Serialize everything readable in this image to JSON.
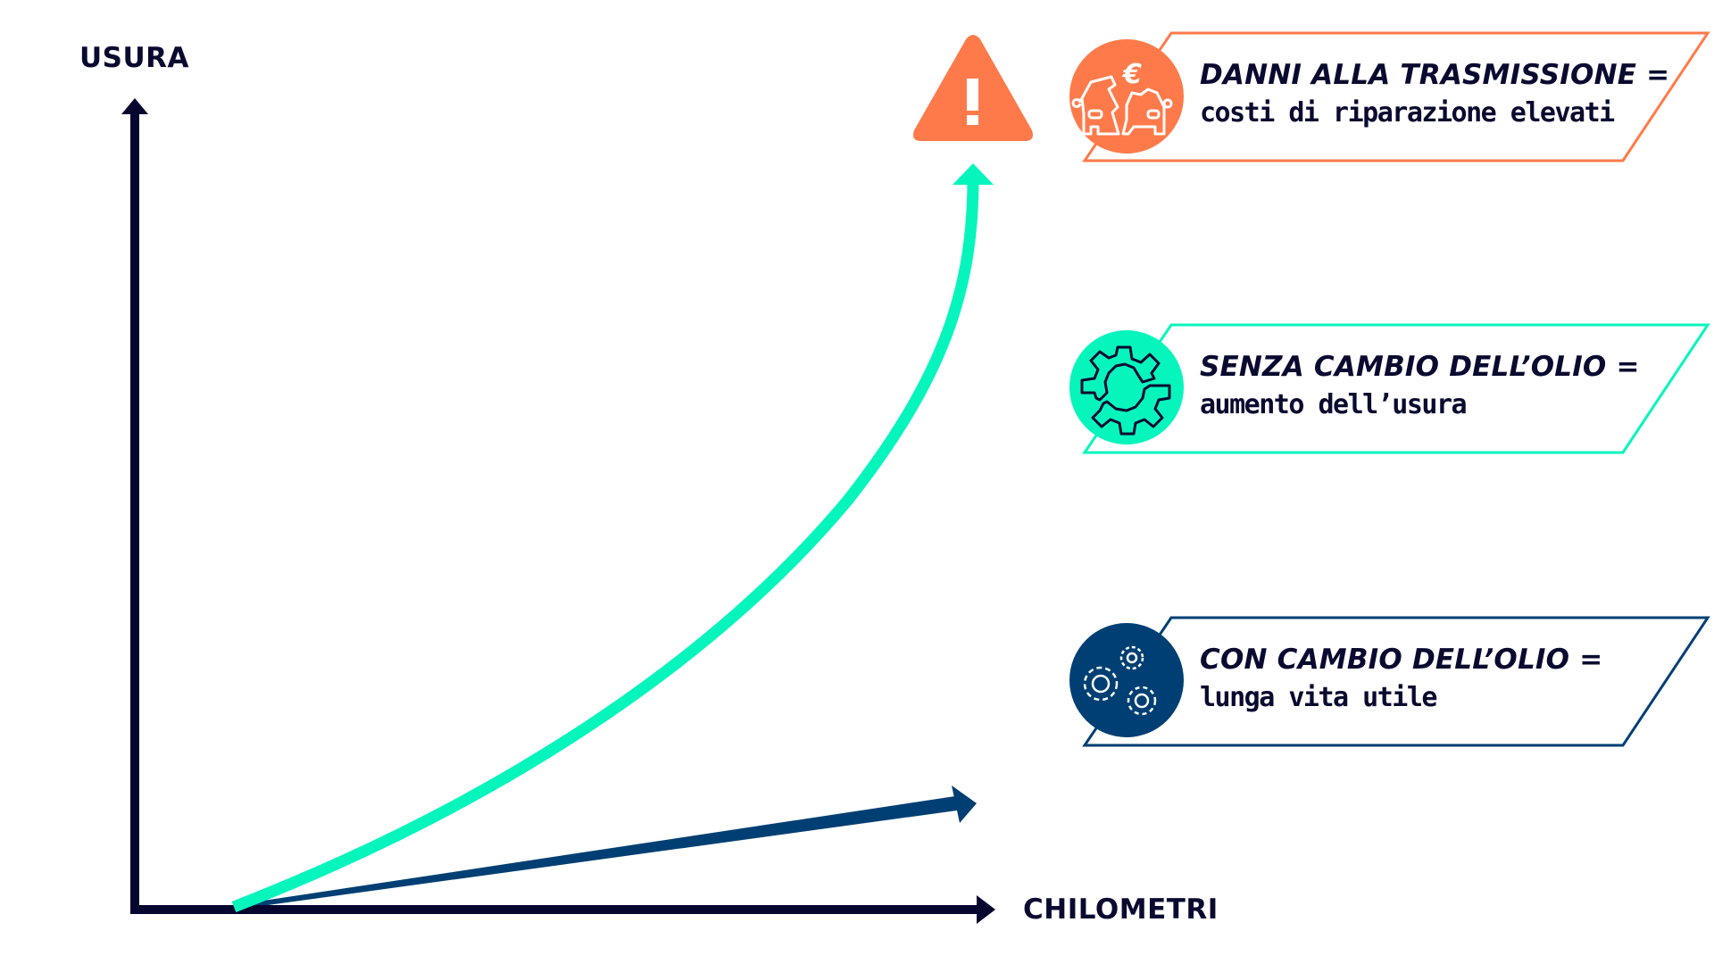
{
  "colors": {
    "axis": "#050530",
    "wear_without_oil_change": "#06f5bd",
    "wear_with_oil_change": "#003f73",
    "warning": "#ff7a4a",
    "text": "#0a0a30"
  },
  "axes": {
    "y_label": "USURA",
    "x_label": "CHILOMETRI"
  },
  "warning": {
    "icon": "warning-triangle-icon",
    "glyph": "!"
  },
  "cards": [
    {
      "id": "damage",
      "icon": "broken-car-euro-icon",
      "accent": "#ff7a4a",
      "title": "DANNI ALLA TRASMISSIONE =",
      "subtitle": "costi di riparazione elevati"
    },
    {
      "id": "no-oil-change",
      "icon": "broken-gear-icon",
      "accent": "#06f5bd",
      "title": "SENZA CAMBIO DELL’OLIO =",
      "subtitle": "aumento dell’usura"
    },
    {
      "id": "oil-change",
      "icon": "gears-icon",
      "accent": "#003f73",
      "title": "CON CAMBIO DELL’OLIO =",
      "subtitle": "lunga vita utile"
    }
  ],
  "chart_data": {
    "type": "line",
    "title": "",
    "xlabel": "CHILOMETRI",
    "ylabel": "USURA",
    "grid": false,
    "legend_position": "right",
    "x": [
      0,
      10,
      20,
      30,
      40,
      50,
      60,
      70,
      80,
      90,
      100
    ],
    "series": [
      {
        "name": "SENZA CAMBIO DELL’OLIO = aumento dell’usura",
        "color": "#06f5bd",
        "values": [
          0,
          6,
          13,
          21,
          30,
          40,
          52,
          65,
          78,
          88,
          100
        ],
        "shape": "exponential curve ending in arrow toward warning icon"
      },
      {
        "name": "CON CAMBIO DELL’OLIO = lunga vita utile",
        "color": "#003f73",
        "values": [
          0,
          1.4,
          2.8,
          4.2,
          5.6,
          7,
          8.4,
          9.8,
          11.2,
          12.6,
          14
        ],
        "shape": "straight line with slight slope ending in arrow"
      }
    ],
    "annotations": [
      "DANNI ALLA TRASMISSIONE = costi di riparazione elevati (warning at top of steep curve)"
    ]
  }
}
